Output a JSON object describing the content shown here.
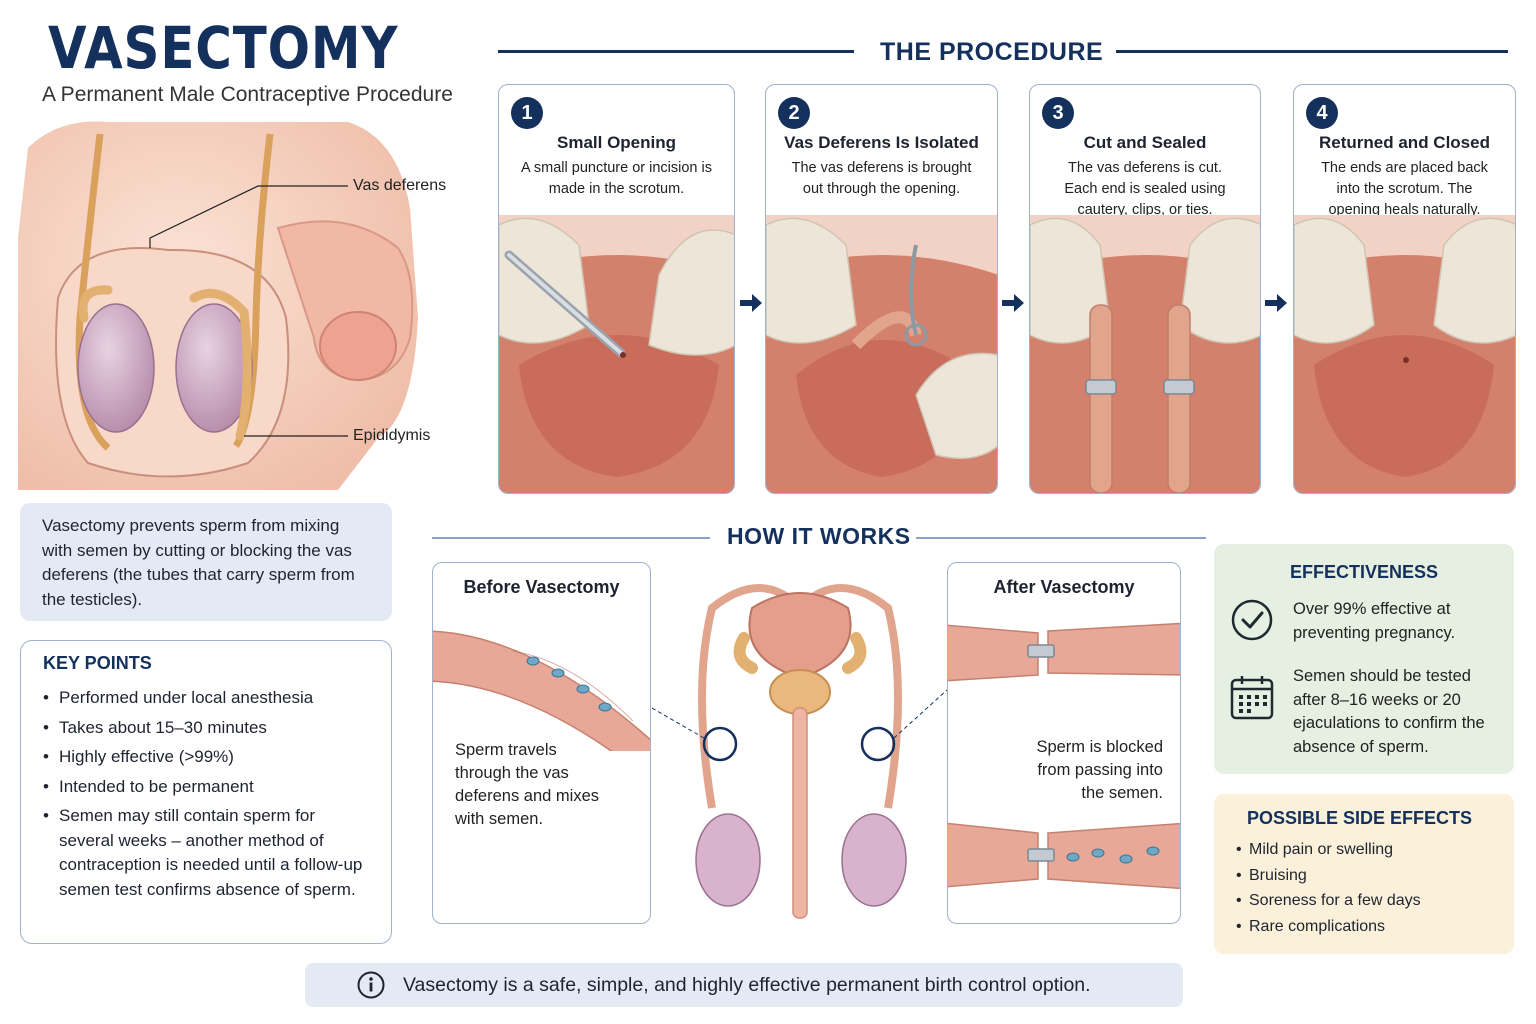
{
  "header": {
    "title": "VASECTOMY",
    "subtitle": "A Permanent Male Contraceptive Procedure"
  },
  "anatomy": {
    "labels": {
      "vas_deferens": "Vas deferens",
      "epididymis": "Epididymis"
    }
  },
  "intro": {
    "text": "Vasectomy prevents sperm from mixing with semen by cutting or blocking the vas deferens (the tubes that carry sperm from the testicles)."
  },
  "key_points": {
    "title": "KEY POINTS",
    "items": [
      "Performed under local anesthesia",
      "Takes about 15–30 minutes",
      "Highly effective (>99%)",
      "Intended to be permanent",
      "Semen may still contain sperm for several weeks – another method of contraception is needed until a follow-up semen test confirms absence of sperm."
    ]
  },
  "procedure": {
    "title": "THE PROCEDURE",
    "steps": [
      {
        "num": "1",
        "title": "Small Opening",
        "desc": "A small puncture or incision is made in the scrotum."
      },
      {
        "num": "2",
        "title": "Vas Deferens Is Isolated",
        "desc": "The vas deferens is brought out through the opening."
      },
      {
        "num": "3",
        "title": "Cut and Sealed",
        "desc": "The vas deferens is cut. Each end is sealed using cautery, clips, or ties."
      },
      {
        "num": "4",
        "title": "Returned and Closed",
        "desc": "The ends are placed back into the scrotum. The opening heals naturally."
      }
    ]
  },
  "how_it_works": {
    "title": "HOW IT WORKS",
    "before": {
      "title": "Before Vasectomy",
      "text": "Sperm travels through the vas deferens and mixes with semen."
    },
    "after": {
      "title": "After Vasectomy",
      "text": "Sperm is blocked from passing into the semen."
    }
  },
  "effectiveness": {
    "title": "EFFECTIVENESS",
    "items": [
      {
        "icon": "checkmark-circle-icon",
        "text": "Over 99% effective at preventing pregnancy."
      },
      {
        "icon": "calendar-icon",
        "text": "Semen should be tested after 8–16 weeks or 20 ejaculations to confirm the absence of sperm."
      }
    ]
  },
  "side_effects": {
    "title": "POSSIBLE SIDE EFFECTS",
    "items": [
      "Mild pain or swelling",
      "Bruising",
      "Soreness for a few days",
      "Rare complications"
    ]
  },
  "footer": {
    "icon": "info-icon",
    "text": "Vasectomy is a safe, simple, and highly effective permanent birth control option."
  },
  "colors": {
    "navy": "#14305c",
    "skin": "#f3c9b6",
    "tissue": "#cf7a68",
    "vas": "#e0a58c",
    "testis": "#c99bb8",
    "glove": "#ede6d8",
    "intro_bg": "#e3eaf4",
    "effect_bg": "#e6f0e2",
    "side_bg": "#fbf1da"
  }
}
